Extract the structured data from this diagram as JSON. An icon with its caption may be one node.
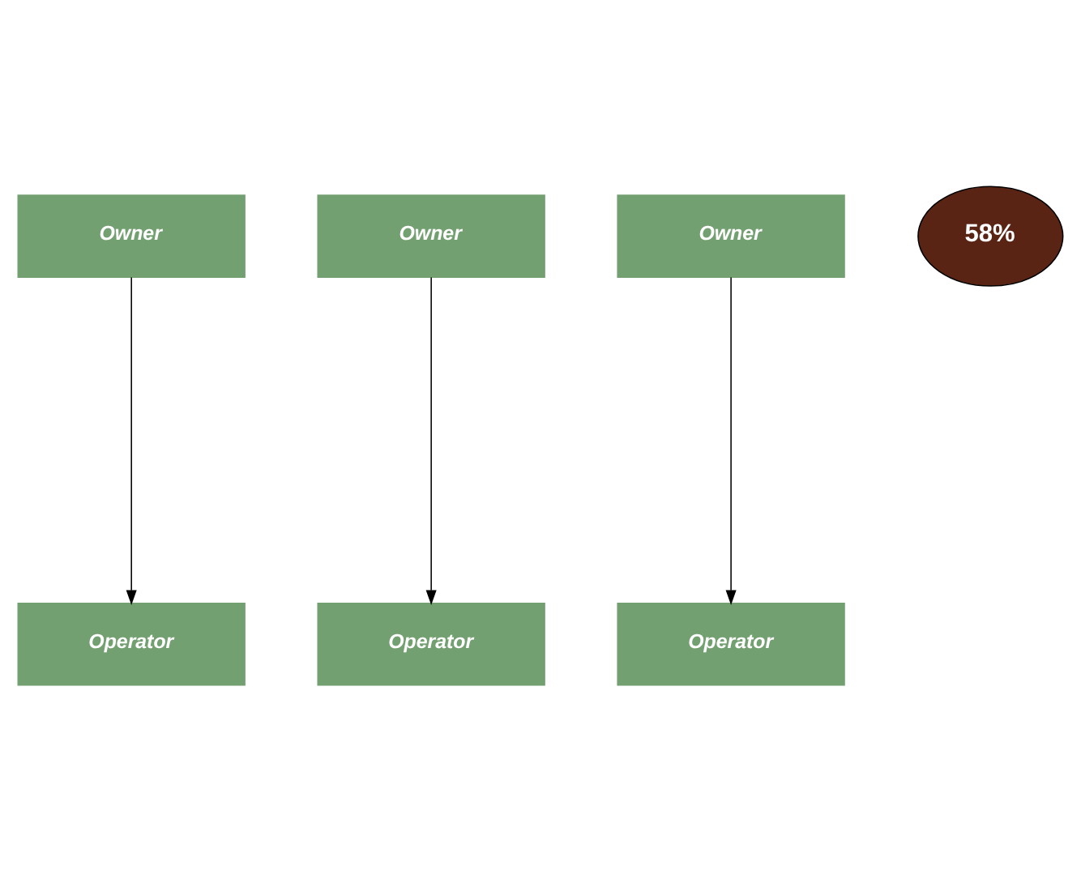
{
  "diagram": {
    "nodes": [
      {
        "text": [
          "Owner"
        ]
      },
      {
        "text": [
          "Owner"
        ]
      },
      {
        "text": [
          "Owner"
        ]
      },
      {
        "text": [
          "58%"
        ]
      },
      {
        "text": [
          "Operator"
        ]
      },
      {
        "text": [
          "Operator"
        ]
      },
      {
        "text": [
          "Operator"
        ]
      }
    ],
    "edges": [
      {
        "from": 0,
        "to": 4,
        "arrow": "to"
      },
      {
        "from": 1,
        "to": 5,
        "arrow": "to"
      },
      {
        "from": 2,
        "to": 6,
        "arrow": "to"
      }
    ]
  }
}
